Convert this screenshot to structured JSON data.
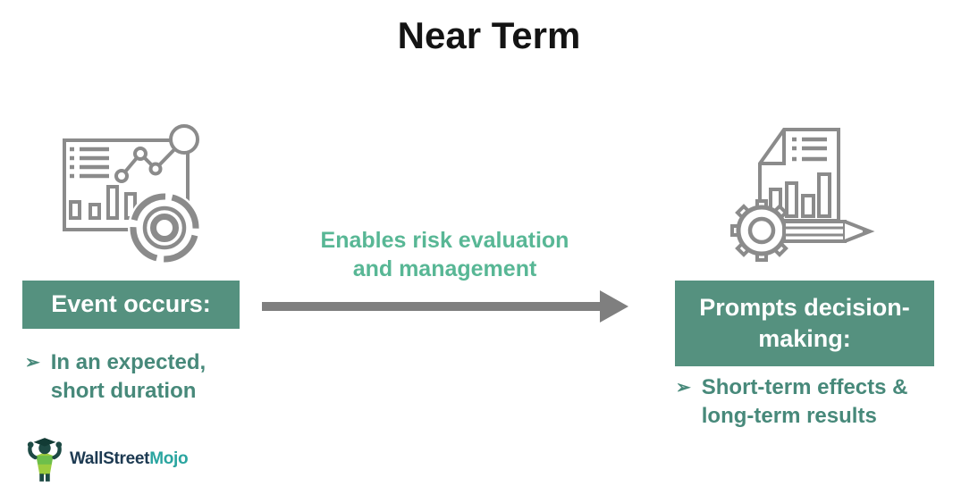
{
  "title": "Near Term",
  "colors": {
    "box_green": "#55917F",
    "bullet_teal": "#47897A",
    "connector_green": "#58B795",
    "arrow_gray": "#7F7F7F",
    "icon_gray": "#8B8B8B",
    "brand_navy": "#1D3A52",
    "brand_teal": "#2AA5A0"
  },
  "flow": {
    "left": {
      "icon": "dashboard-analytics-icon",
      "heading": "Event occurs:",
      "bullet_marker": "➢",
      "bullet_lines": [
        "In an expected,",
        "short duration"
      ]
    },
    "connector": {
      "label_lines": [
        "Enables risk evaluation",
        "and management"
      ],
      "direction": "right"
    },
    "right": {
      "icon": "report-gear-pencil-icon",
      "heading_lines": [
        "Prompts decision-",
        "making:"
      ],
      "bullet_marker": "➢",
      "bullet_lines": [
        "Short-term effects &",
        "long-term results"
      ]
    }
  },
  "logo": {
    "brand_primary": "WallStreet",
    "brand_secondary": "Mojo"
  }
}
